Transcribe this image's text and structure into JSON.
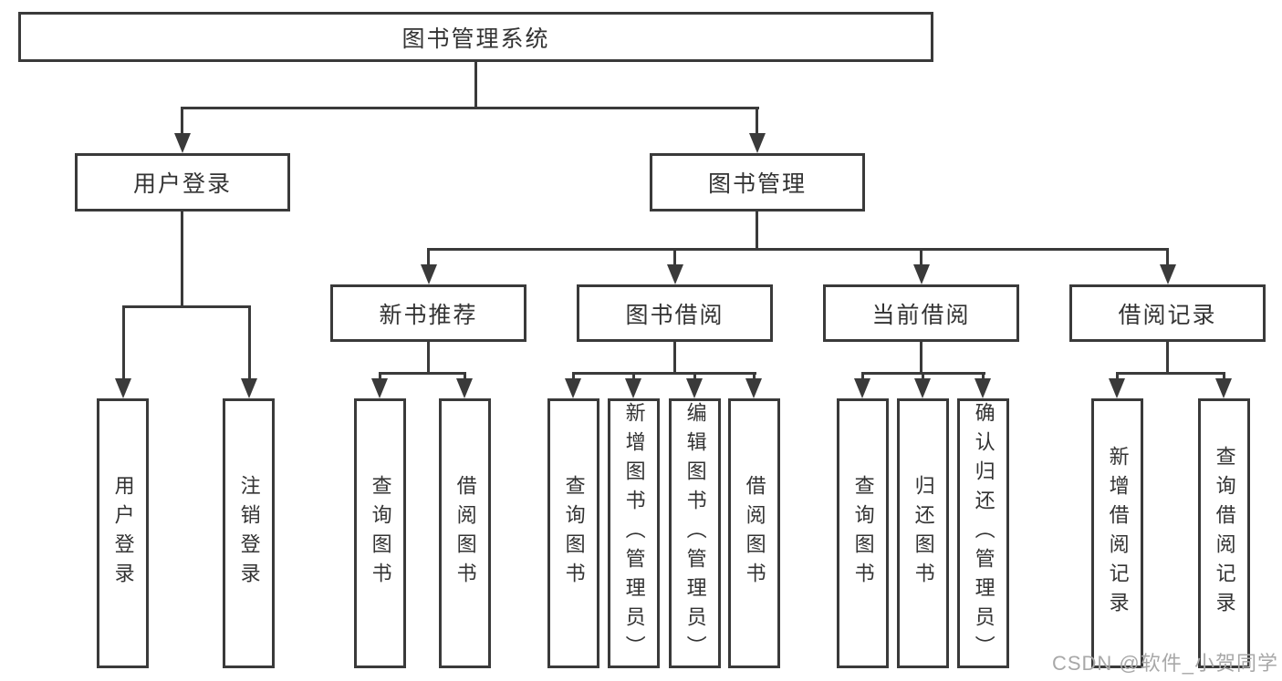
{
  "diagram": {
    "root": {
      "label": "图书管理系统"
    },
    "level2": {
      "user_login": {
        "label": "用户登录"
      },
      "book_mgmt": {
        "label": "图书管理"
      }
    },
    "level3": {
      "new_book_rec": {
        "label": "新书推荐"
      },
      "book_borrow": {
        "label": "图书借阅"
      },
      "current_borrow": {
        "label": "当前借阅"
      },
      "borrow_record": {
        "label": "借阅记录"
      }
    },
    "leaves": {
      "user_login": "用户登录",
      "logout": "注销登录",
      "nb_query_book": "查询图书",
      "nb_borrow_book": "借阅图书",
      "bb_query_book": "查询图书",
      "bb_add_book": "新增图书（管理员）",
      "bb_edit_book": "编辑图书（管理员）",
      "bb_borrow_book": "借阅图书",
      "cb_query_book": "查询图书",
      "cb_return_book": "归还图书",
      "cb_confirm_return": "确认归还（管理员）",
      "br_add_record": "新增借阅记录",
      "br_query_record": "查询借阅记录"
    },
    "watermark": "CSDN @软件_小贺同学",
    "colors": {
      "line": "#3a3a3a",
      "text": "#333333",
      "background": "#ffffff",
      "watermark": "#a8a8a8"
    }
  }
}
